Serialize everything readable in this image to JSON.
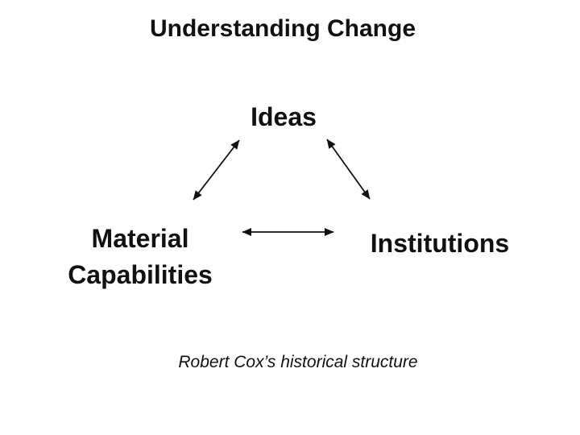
{
  "slide": {
    "title": "Understanding Change",
    "caption": "Robert Cox’s historical structure",
    "background_color": "#ffffff",
    "text_color": "#111111"
  },
  "diagram": {
    "type": "triangle-relationship",
    "nodes": {
      "ideas": "Ideas",
      "material_capabilities": "Material Capabilities",
      "institutions": "Institutions"
    },
    "relationships": [
      {
        "from": "Ideas",
        "to": "Material Capabilities",
        "bidirectional": true
      },
      {
        "from": "Ideas",
        "to": "Institutions",
        "bidirectional": true
      },
      {
        "from": "Material Capabilities",
        "to": "Institutions",
        "bidirectional": true
      }
    ]
  }
}
